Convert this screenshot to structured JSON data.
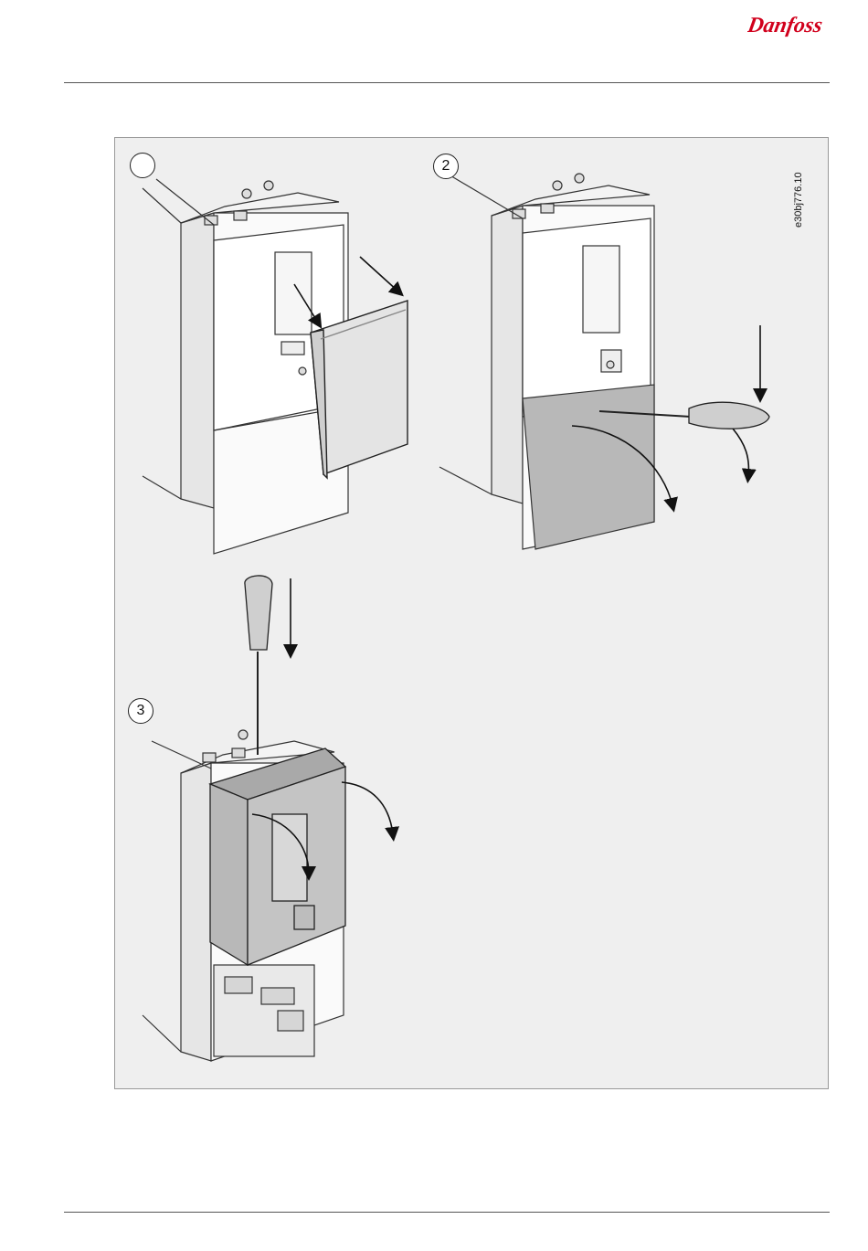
{
  "header": {
    "brand": "Danfoss"
  },
  "figure": {
    "code": "e30bj776.10",
    "steps": [
      {
        "label": ""
      },
      {
        "label": "2"
      },
      {
        "label": "3"
      }
    ],
    "colors": {
      "background": "#efefef",
      "cover_shaded": "#b8b8b8",
      "outline": "#222222"
    },
    "icons": [
      "screwdriver-icon",
      "arrow-down-icon",
      "curved-arrow-icon"
    ]
  }
}
